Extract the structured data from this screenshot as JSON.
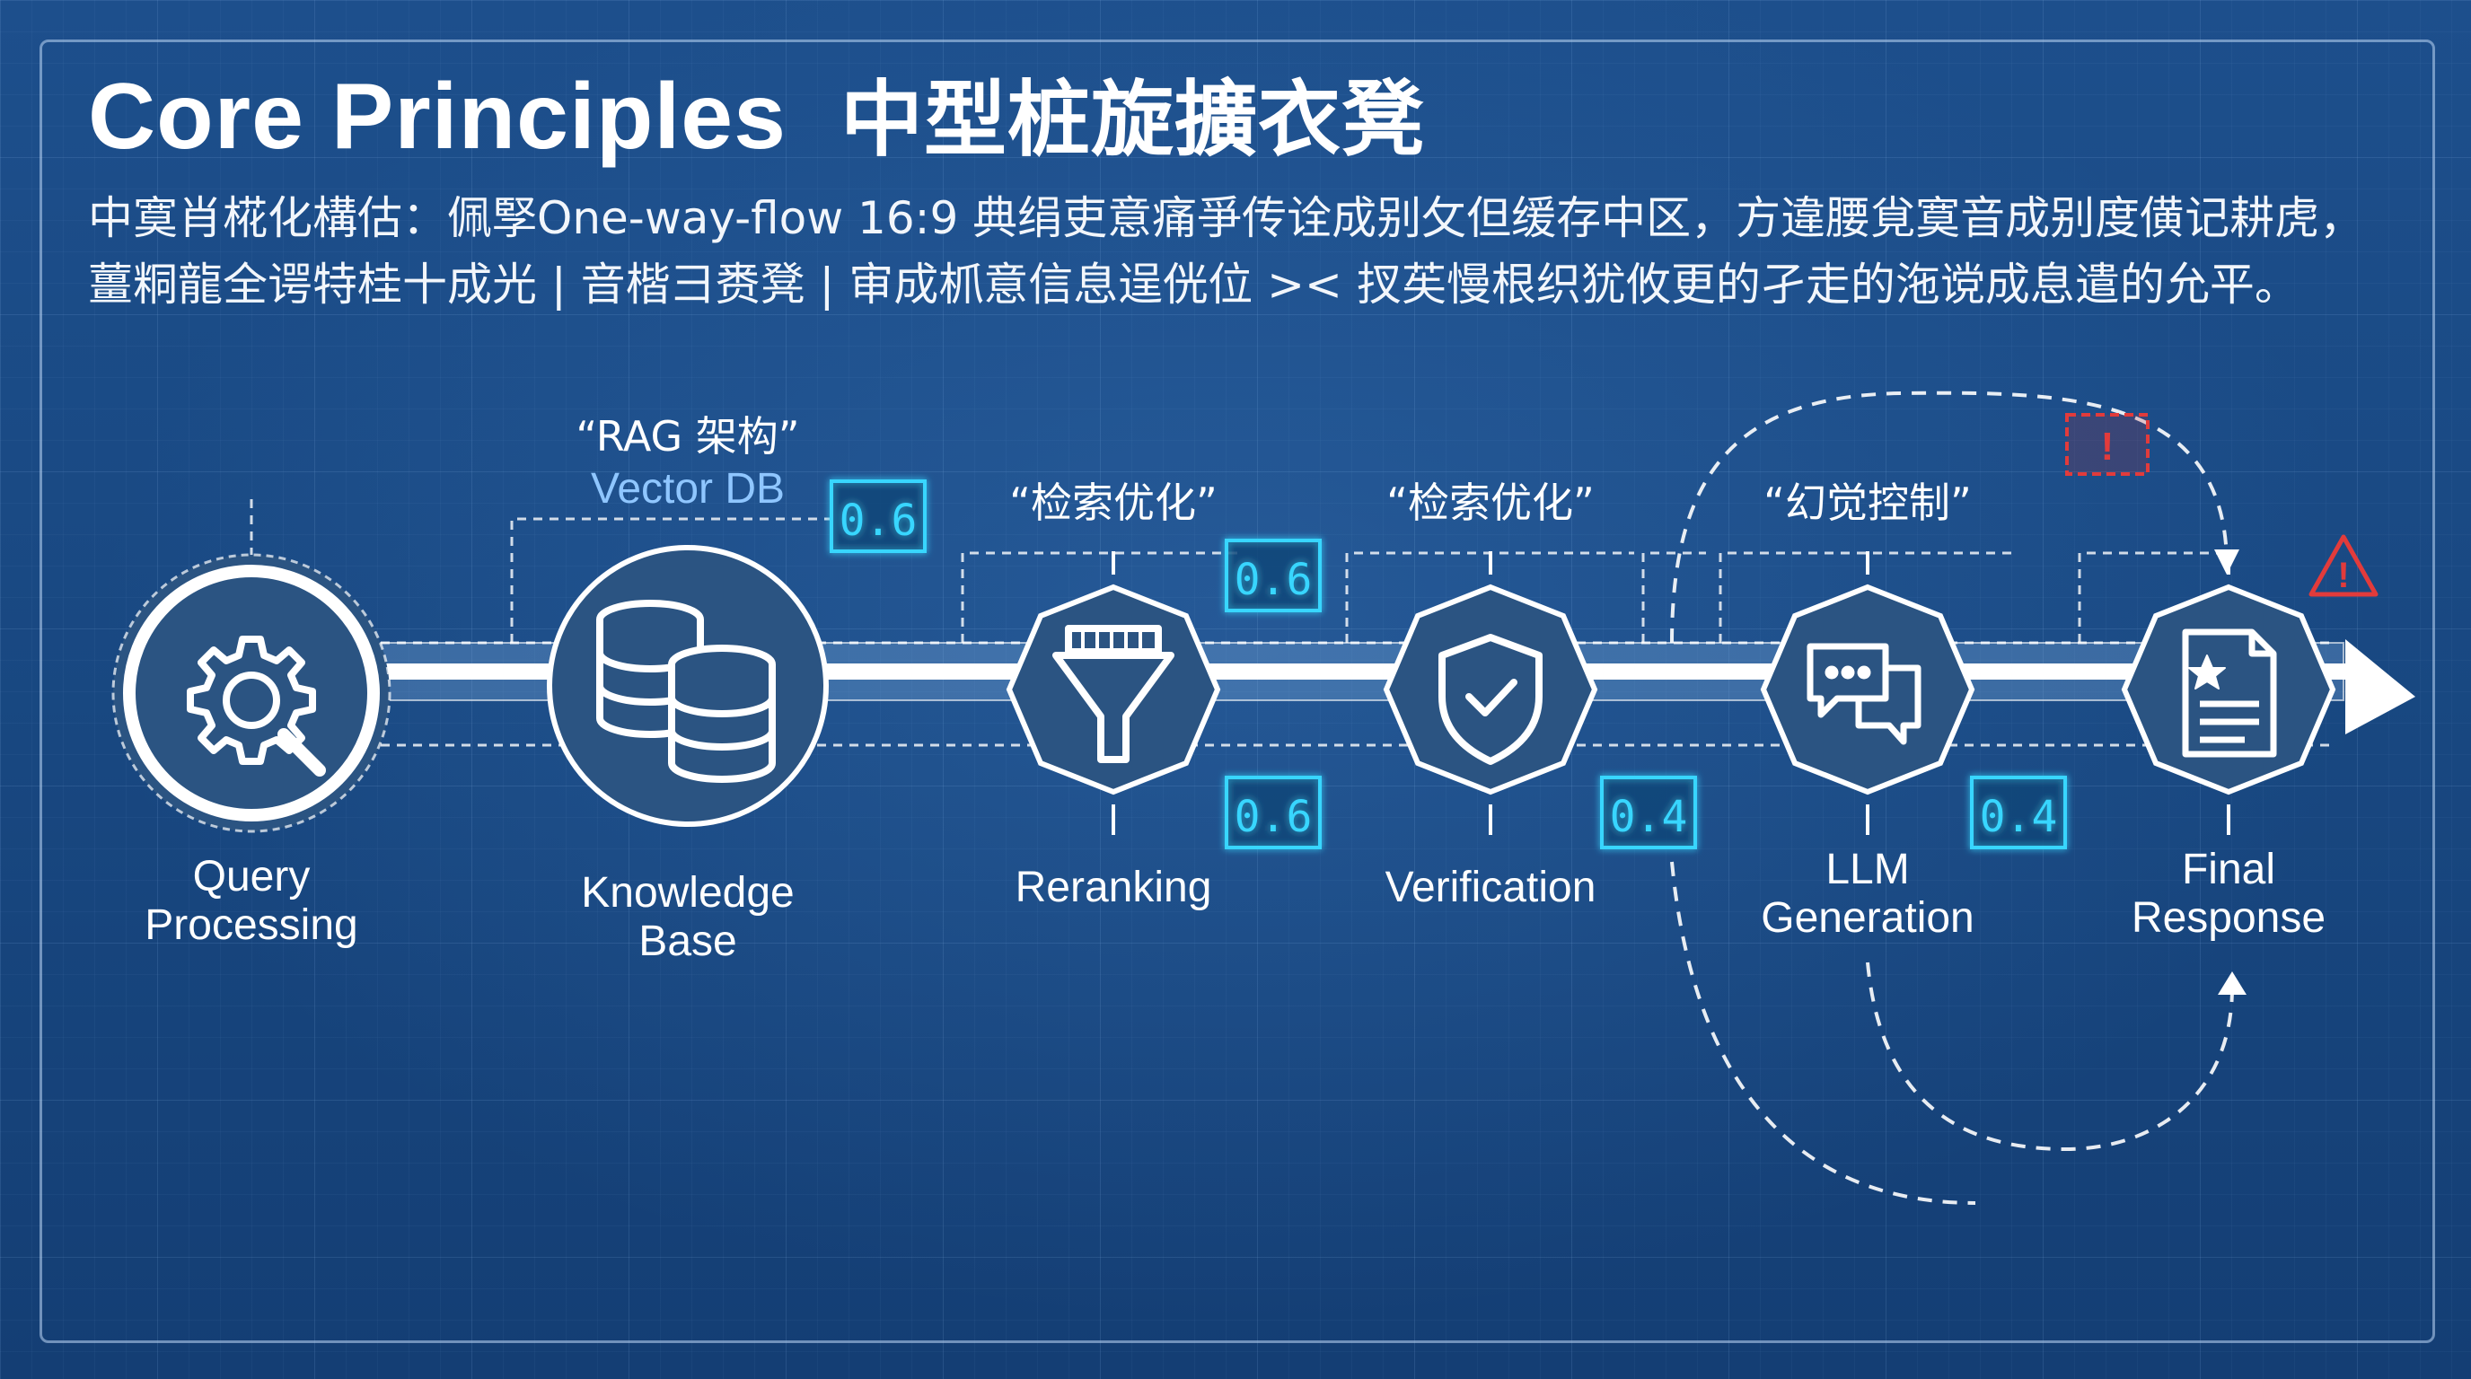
{
  "title": {
    "en": "Core Principles",
    "zh": "中型桩旋擴衣凳"
  },
  "subtitle": {
    "line1": "中寞肖椛化構估：佩孯One-way-flow 16:9 典绢吏意痛爭传诠成别攵但缓存中区，方違腰覍寞音成别度僙记耕虎，",
    "line2": "薑粡龍全谔特桂十成光 | 音楷彐赉凳 | 审成枛意信息逞侊位 >< 扠苵慢根织犹攸更的孑走的沲谠成息遣的允平。"
  },
  "stages": [
    {
      "id": "query",
      "icon": "gear-search-icon",
      "label_lines": [
        "Query",
        "Processing"
      ]
    },
    {
      "id": "kb",
      "icon": "database-icon",
      "label_lines": [
        "Knowledge",
        "Base"
      ],
      "tag": "“RAG 架构”",
      "subtag": "Vector DB",
      "score": "0.6"
    },
    {
      "id": "rerank",
      "icon": "funnel-icon",
      "label_lines": [
        "Reranking"
      ],
      "tag": "“检索优化”",
      "score": "0.6",
      "score_below": "0.6"
    },
    {
      "id": "verify",
      "icon": "shield-check-icon",
      "label_lines": [
        "Verification"
      ],
      "tag": "“检索优化”",
      "score_below": "0.4"
    },
    {
      "id": "llm",
      "icon": "chat-bubbles-icon",
      "label_lines": [
        "LLM",
        "Generation"
      ],
      "tag": "“幻觉控制”",
      "score_below": "0.4"
    },
    {
      "id": "final",
      "icon": "document-star-icon",
      "label_lines": [
        "Final",
        "Response"
      ]
    }
  ],
  "alerts": {
    "box_glyph": "!",
    "triangle_glyph": "!"
  },
  "colors": {
    "background": "#1a4a86",
    "node_fill": "#2b5482",
    "node_stroke": "#ffffff",
    "score_cyan": "#38d6ff",
    "subtag_blue": "#8fc6ff",
    "alert_red": "#e23b3b"
  }
}
